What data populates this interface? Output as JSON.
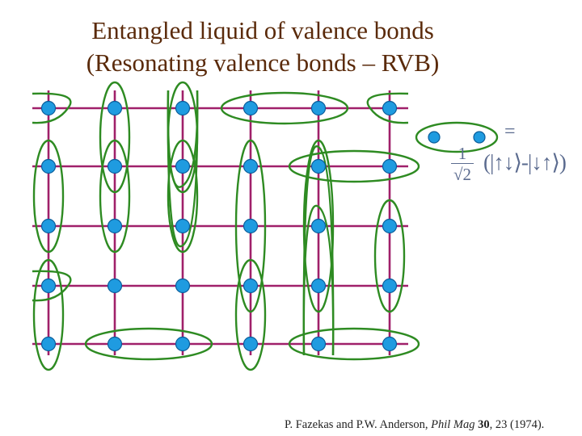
{
  "title": {
    "line1": "Entangled liquid of valence bonds",
    "line2": "(Resonating valence bonds – RVB)"
  },
  "legend": {
    "equals": "=",
    "numerator": "1",
    "denominator": "√2",
    "state": "(|↑↓⟩-|↓↑⟩)"
  },
  "citation": {
    "authors": "P. Fazekas and P.W. Anderson, ",
    "journal": "Phil Mag",
    "volume": "30",
    "rest": ", 23 (1974)."
  },
  "colors": {
    "lattice_line": "#a0206a",
    "bond_ellipse": "#2e8b22",
    "spin_dot": "#1f9be0",
    "title": "#5a2a0a",
    "formula": "#5b6b8f"
  },
  "lattice": {
    "rows": 5,
    "cols": 6,
    "vertical_bonds": [
      [
        1,
        0,
        1
      ],
      [
        2,
        0,
        1
      ],
      [
        1,
        1,
        2
      ],
      [
        2,
        1,
        2
      ],
      [
        3,
        1,
        3
      ],
      [
        4,
        1,
        3
      ],
      [
        0,
        1,
        2
      ],
      [
        5,
        2,
        3
      ],
      [
        0,
        3,
        4
      ],
      [
        3,
        3,
        4
      ]
    ],
    "horizontal_bonds": [
      [
        0,
        3,
        4
      ],
      [
        1,
        4,
        5
      ],
      [
        4,
        1,
        2
      ],
      [
        4,
        4,
        5
      ]
    ],
    "edge_bonds": [
      [
        0,
        0,
        "left"
      ],
      [
        0,
        5,
        "right"
      ],
      [
        3,
        0,
        "left"
      ],
      [
        1,
        2,
        "top"
      ],
      [
        2,
        2,
        "top"
      ],
      [
        1,
        4,
        "bottom"
      ],
      [
        2,
        4,
        "bottom"
      ]
    ]
  }
}
